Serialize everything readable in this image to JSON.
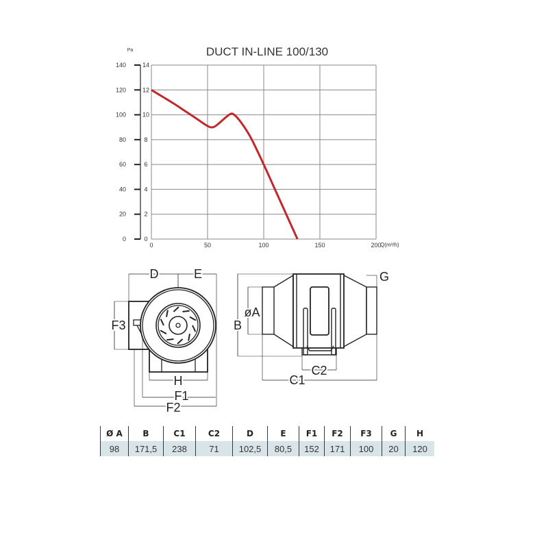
{
  "chart_data": {
    "type": "line",
    "title": "DUCT IN-LINE 100/130",
    "xlabel": "Q(m³/h)",
    "ylabel_left": "Pa",
    "xlim": [
      0,
      200
    ],
    "ylim": [
      0,
      14
    ],
    "ylim_pa": [
      0,
      140
    ],
    "x_ticks": [
      "0",
      "50",
      "100",
      "150",
      "200"
    ],
    "y_ticks": [
      "0",
      "2",
      "4",
      "6",
      "8",
      "10",
      "12",
      "14"
    ],
    "y_ticks_pa": [
      "0",
      "20",
      "40",
      "60",
      "80",
      "100",
      "120",
      "140"
    ],
    "grid": true,
    "series": [
      {
        "color": "#c0282a",
        "x": [
          0,
          10,
          20,
          30,
          40,
          50,
          55,
          60,
          65,
          70,
          73,
          78,
          85,
          90,
          100,
          110,
          120,
          130
        ],
        "y": [
          12,
          11.45,
          10.9,
          10.3,
          9.7,
          9.1,
          9.0,
          9.3,
          9.7,
          10.05,
          10.05,
          9.6,
          8.7,
          7.9,
          6.0,
          4.0,
          2.0,
          0.0
        ]
      }
    ]
  },
  "diagram": {
    "labels": {
      "D": "D",
      "E": "E",
      "F3": "F3",
      "H": "H",
      "F1": "F1",
      "F2": "F2",
      "B": "B",
      "A": "øA",
      "G": "G",
      "C1": "C1",
      "C2": "C2"
    }
  },
  "table": {
    "headers": [
      "Ø A",
      "B",
      "C1",
      "C2",
      "D",
      "E",
      "F1",
      "F2",
      "F3",
      "G",
      "H"
    ],
    "values": [
      "98",
      "171,5",
      "238",
      "71",
      "102,5",
      "80,5",
      "152",
      "171",
      "100",
      "20",
      "120"
    ]
  }
}
